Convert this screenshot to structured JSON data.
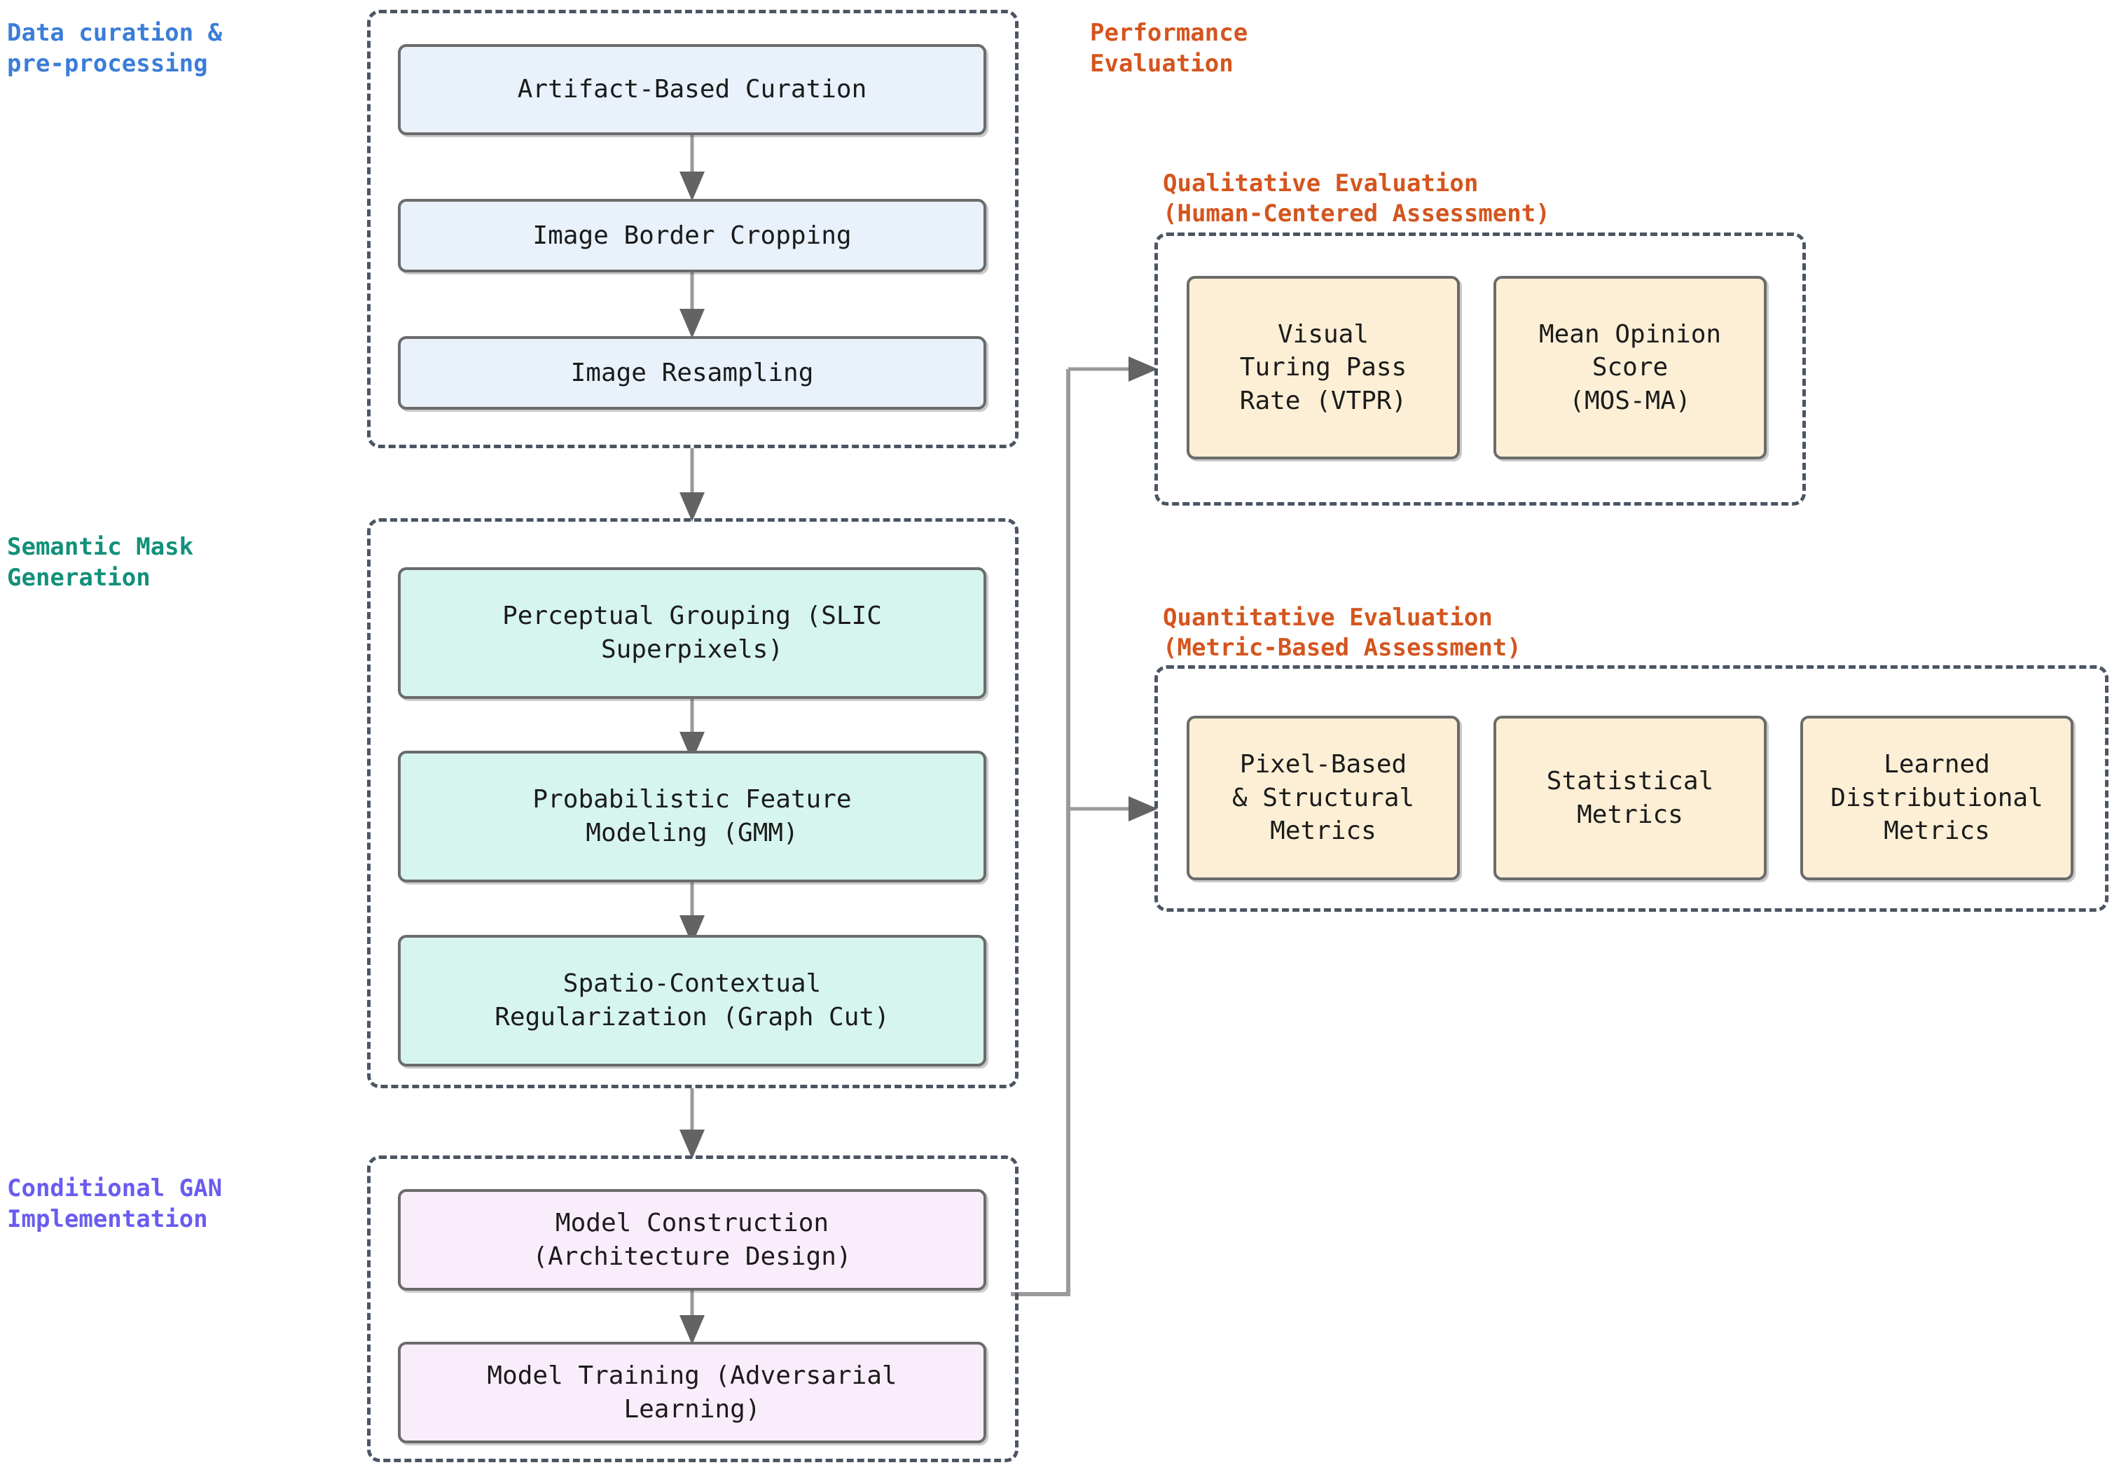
{
  "diagram": {
    "title": "Image synthesis pipeline and performance evaluation flowchart",
    "colors": {
      "blue_label": "#3b7dd8",
      "teal_label": "#12907a",
      "purple_label": "#6a5cf0",
      "orange_heading": "#d4551e",
      "node_border": "#6b6b6b",
      "cluster_border": "#4b5563",
      "arrow": "#888888",
      "blue_fill": "#E9F1FB",
      "mint_fill": "#D6F5EE",
      "pink_fill": "#FAEDFB",
      "cream_fill": "#FCEFD5"
    }
  },
  "phase_labels": {
    "data_curation": "Data curation &\npre-processing",
    "semantic_mask": "Semantic Mask\nGeneration",
    "conditional_gan": "Conditional GAN\nImplementation"
  },
  "pipeline": {
    "data_curation_cluster": {
      "nodes": [
        {
          "label": "Artifact-Based Curation"
        },
        {
          "label": "Image Border Cropping"
        },
        {
          "label": "Image Resampling"
        }
      ]
    },
    "semantic_mask_cluster": {
      "nodes": [
        {
          "label": "Perceptual Grouping (SLIC\nSuperpixels)"
        },
        {
          "label": "Probabilistic Feature\nModeling (GMM)"
        },
        {
          "label": "Spatio-Contextual\nRegularization (Graph Cut)"
        }
      ]
    },
    "conditional_gan_cluster": {
      "nodes": [
        {
          "label": "Model Construction\n(Architecture Design)"
        },
        {
          "label": "Model Training (Adversarial\nLearning)"
        }
      ]
    }
  },
  "evaluation": {
    "main_heading": "Performance\nEvaluation",
    "qualitative": {
      "heading": "Qualitative Evaluation",
      "subheading": "(Human-Centered Assessment)",
      "nodes": [
        {
          "label": "Visual\nTuring Pass\nRate (VTPR)"
        },
        {
          "label": "Mean Opinion\nScore\n(MOS-MA)"
        }
      ]
    },
    "quantitative": {
      "heading": "Quantitative Evaluation",
      "subheading": "(Metric-Based Assessment)",
      "nodes": [
        {
          "label": "Pixel-Based\n& Structural\nMetrics"
        },
        {
          "label": "Statistical\nMetrics"
        },
        {
          "label": "Learned\nDistributional\nMetrics"
        }
      ]
    }
  }
}
